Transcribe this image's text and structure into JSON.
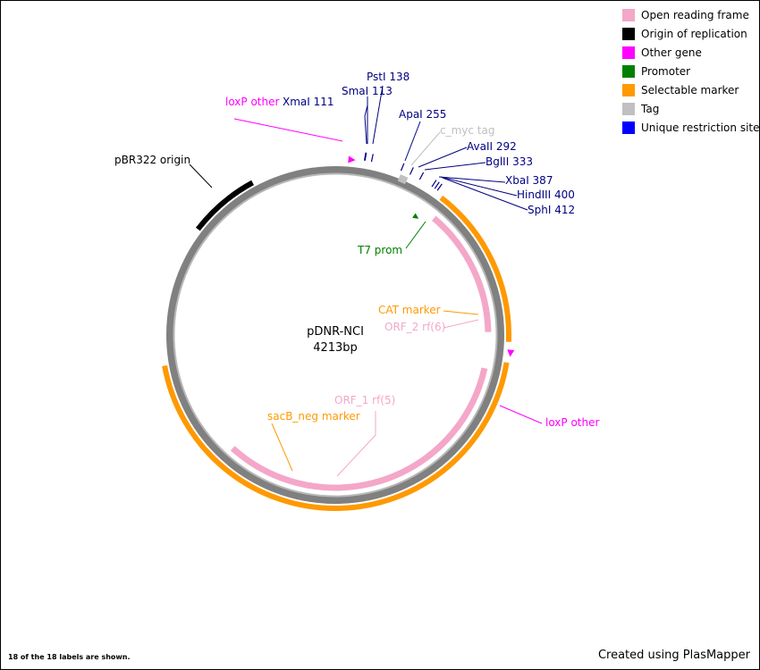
{
  "plasmid": {
    "name": "pDNR-NCI",
    "size_text": "4213bp",
    "length_bp": 4213
  },
  "colors": {
    "orf": "#f4a7c8",
    "origin": "#000000",
    "other_gene": "#ff00ff",
    "promoter": "#008000",
    "selectable_marker": "#ff9900",
    "tag": "#c0c0c0",
    "unique_site": "#000080",
    "backbone": "#808080"
  },
  "legend": [
    {
      "label": "Open reading frame",
      "color": "#f4a7c8"
    },
    {
      "label": "Origin of replication",
      "color": "#000000"
    },
    {
      "label": "Other gene",
      "color": "#ff00ff"
    },
    {
      "label": "Promoter",
      "color": "#008000"
    },
    {
      "label": "Selectable marker",
      "color": "#ff9900"
    },
    {
      "label": "Tag",
      "color": "#c0c0c0"
    },
    {
      "label": "Unique restriction site",
      "color": "#0000ff"
    }
  ],
  "features": [
    {
      "id": "pbr322",
      "label": "pBR322 origin",
      "start": 3600,
      "end": 3880,
      "color": "#000000",
      "track": "outer"
    },
    {
      "id": "cat",
      "label": "CAT marker",
      "start": 440,
      "end": 1080,
      "color": "#ff9900",
      "track": "outer"
    },
    {
      "id": "sacb",
      "label": "sacB_neg marker",
      "start": 1160,
      "end": 3040,
      "color": "#ff9900",
      "track": "outer"
    },
    {
      "id": "orf2",
      "label": "ORF_2 rf(6)",
      "start": 470,
      "end": 1040,
      "color": "#f4a7c8",
      "track": "inner"
    },
    {
      "id": "orf1",
      "label": "ORF_1 rf(5)",
      "start": 1200,
      "end": 2600,
      "color": "#f4a7c8",
      "track": "inner"
    },
    {
      "id": "tag",
      "label": "c_myc tag",
      "start": 258,
      "end": 290,
      "color": "#c0c0c0",
      "track": "tag"
    }
  ],
  "markers": [
    {
      "id": "loxp1",
      "label": "loxP other",
      "position": 60,
      "color": "#ff00ff"
    },
    {
      "id": "loxp2",
      "label": "loxP other",
      "position": 1120,
      "color": "#ff00ff"
    },
    {
      "id": "t7",
      "label": "T7 prom",
      "position": 400,
      "color": "#008000"
    }
  ],
  "sites": [
    {
      "label": "XmaI 111",
      "position": 111
    },
    {
      "label": "SmaI 113",
      "position": 113
    },
    {
      "label": "PstI 138",
      "position": 138
    },
    {
      "label": "ApaI 255",
      "position": 255
    },
    {
      "label": "AvaII 292",
      "position": 292
    },
    {
      "label": "BglII 333",
      "position": 333
    },
    {
      "label": "XbaI 387",
      "position": 387
    },
    {
      "label": "HindIII 400",
      "position": 400
    },
    {
      "label": "SphI 412",
      "position": 412
    }
  ],
  "footer": {
    "count_text": "18 of the 18 labels are shown.",
    "credit": "Created using PlasMapper"
  }
}
